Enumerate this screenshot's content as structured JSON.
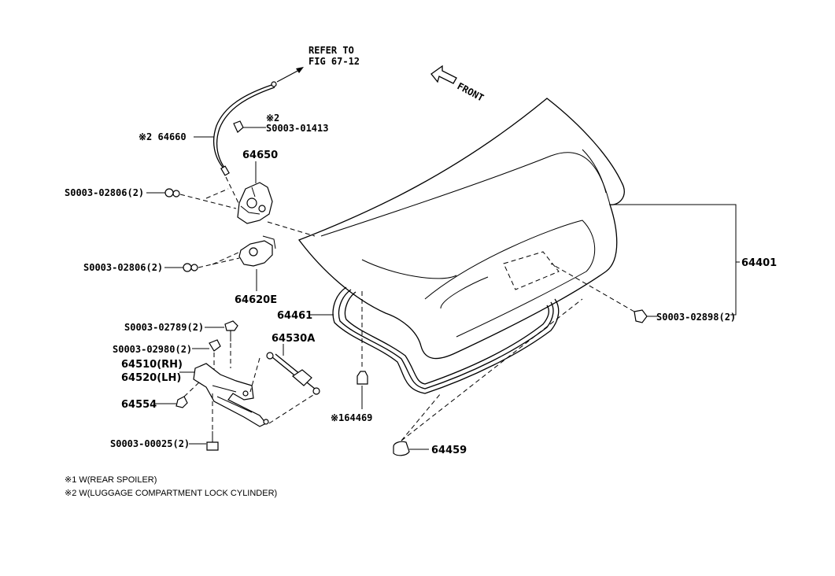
{
  "diagram": {
    "refer_to": "REFER TO",
    "refer_fig": "FIG 67-12",
    "front_label": "FRONT",
    "labels": {
      "p64660": "※2 64660",
      "p_star2": "※2",
      "p01413": "S0003-01413",
      "p64650": "64650",
      "p02806a": "S0003-02806(2)",
      "p02806b": "S0003-02806(2)",
      "p64620e": "64620E",
      "p64401": "64401",
      "p64461": "64461",
      "p02898": "S0003-02898(2)",
      "p02789": "S0003-02789(2)",
      "p64530a": "64530A",
      "p02980": "S0003-02980(2)",
      "p64510": "64510(RH)",
      "p64520": "64520(LH)",
      "p64554": "64554",
      "p64469": "※164469",
      "p00025": "S0003-00025(2)",
      "p64459": "64459"
    },
    "notes": [
      "※1 W(REAR SPOILER)",
      "※2 W(LUGGAGE COMPARTMENT LOCK CYLINDER)"
    ]
  }
}
